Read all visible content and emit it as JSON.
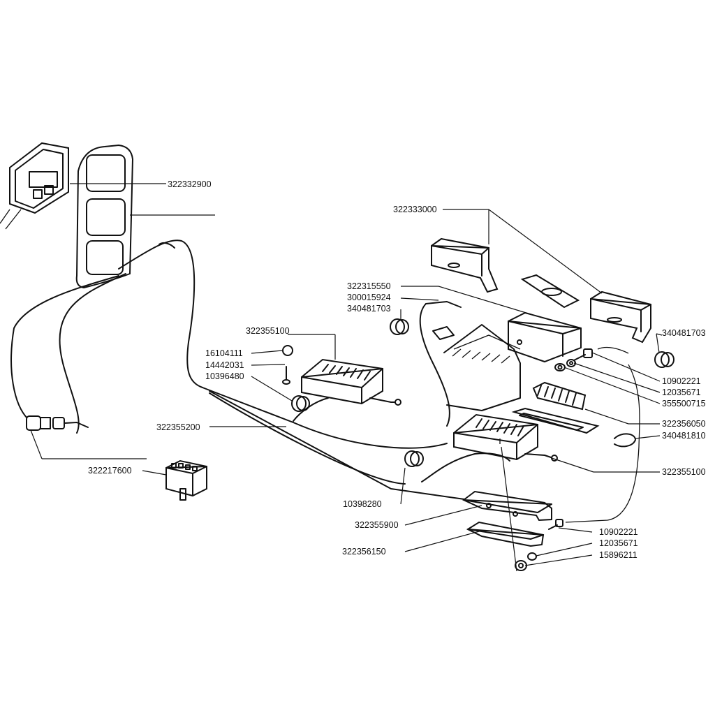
{
  "labels": {
    "l1": "322332900",
    "l2": "322333000",
    "l3": "322315550",
    "l4": "300015924",
    "l5": "340481703",
    "l6": "322355100",
    "l7": "16104111",
    "l8": "14442031",
    "l9": "10396480",
    "l10": "322355200",
    "l11": "322217600",
    "l12": "340481703",
    "l13": "10902221",
    "l14": "12035671",
    "l15": "355500715",
    "l16": "322356050",
    "l17": "340481810",
    "l18": "322355100",
    "l19": "10398280",
    "l20": "322355900",
    "l21": "322356150",
    "l22": "10902221",
    "l23": "12035671",
    "l24": "15896211"
  },
  "colors": {
    "line": "#111111",
    "paper": "#ffffff"
  }
}
